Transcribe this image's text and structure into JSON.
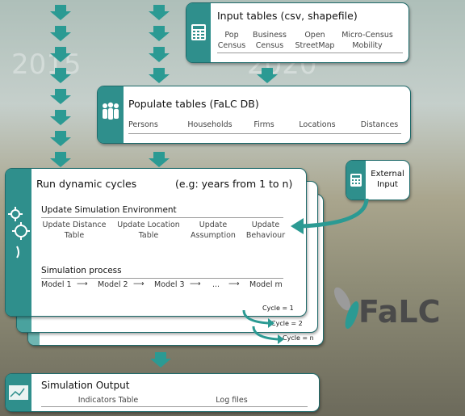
{
  "input_tables": {
    "title": "Input tables (csv, shapefile)",
    "columns": [
      {
        "l1": "Pop",
        "l2": "Census"
      },
      {
        "l1": "Business",
        "l2": "Census"
      },
      {
        "l1": "Open",
        "l2": "StreetMap"
      },
      {
        "l1": "Micro-Census",
        "l2": "Mobility"
      }
    ]
  },
  "populate": {
    "title": "Populate tables (FaLC DB)",
    "columns": [
      "Persons",
      "Households",
      "Firms",
      "Locations",
      "Distances"
    ]
  },
  "external": {
    "l1": "External",
    "l2": "Input"
  },
  "run": {
    "title": "Run dynamic cycles",
    "subtitle": "(e.g: years from 1 to n)",
    "update_heading": "Update Simulation Environment",
    "update_cols": [
      {
        "l1": "Update Distance",
        "l2": "Table"
      },
      {
        "l1": "Update Location",
        "l2": "Table"
      },
      {
        "l1": "Update",
        "l2": "Assumption"
      },
      {
        "l1": "Update",
        "l2": "Behaviour"
      }
    ],
    "process_heading": "Simulation process",
    "models": [
      "Model 1",
      "Model 2",
      "Model 3",
      "...",
      "Model m"
    ],
    "cycles": [
      "Cycle = 1",
      "Cycle = 2",
      "Cycle = n"
    ]
  },
  "output": {
    "title": "Simulation Output",
    "cols": [
      "Indicators Table",
      "Log files"
    ]
  },
  "logo": {
    "text": "FaLC"
  },
  "colors": {
    "accent": "#2b9a93",
    "sidebar": "#2f8f8c",
    "border": "#1f6b6b"
  }
}
